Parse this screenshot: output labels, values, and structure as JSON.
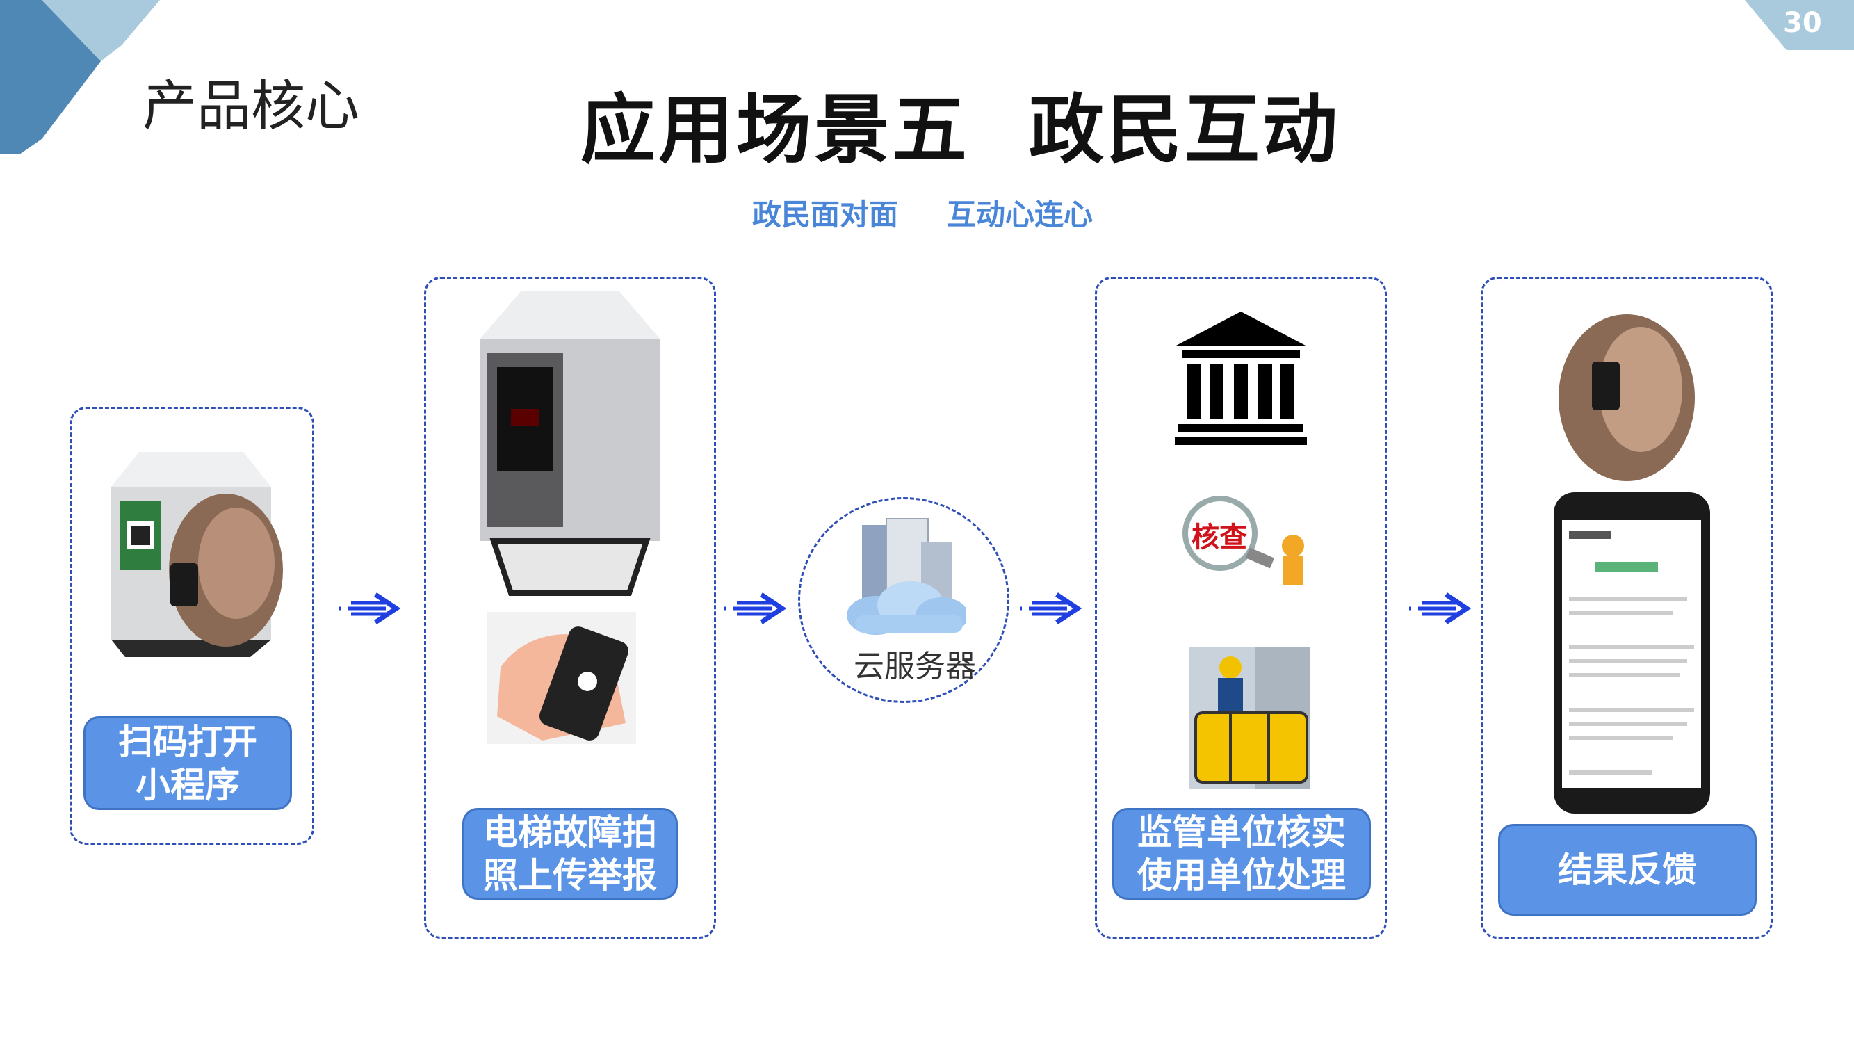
{
  "header": {
    "section": "产品核心",
    "title_left": "应用场景五",
    "title_right": "政民互动",
    "subtitle_left": "政民面对面",
    "subtitle_right": "互动心连心",
    "page_number": "30"
  },
  "steps": [
    {
      "label_line1": "扫码打开",
      "label_line2": "小程序"
    },
    {
      "label_line1": "电梯故障拍",
      "label_line2": "照上传举报"
    },
    {
      "label": "云服务器"
    },
    {
      "label_line1": "监管单位核实",
      "label_line2": "使用单位处理"
    },
    {
      "label": "结果反馈"
    }
  ],
  "badge": {
    "check": "核查"
  },
  "colors": {
    "accent": "#5b93e6",
    "dash": "#2f4fb8",
    "arrow": "#1f3fe0",
    "subtitle": "#4a86d8",
    "corner": "#4f88b5"
  }
}
